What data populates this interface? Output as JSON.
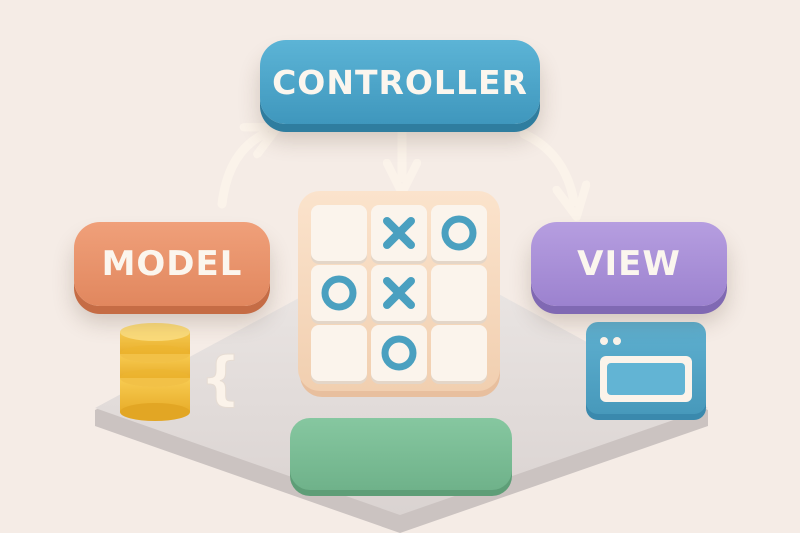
{
  "labels": {
    "controller": "CONTROLLER",
    "model": "MODEL",
    "view": "VIEW"
  },
  "board": [
    [
      "",
      "X",
      "O"
    ],
    [
      "O",
      "X",
      ""
    ],
    [
      "",
      "O",
      ""
    ]
  ],
  "model_bracket": "{",
  "colors": {
    "controller": "#4aa3c8",
    "model": "#e8926a",
    "view": "#a88fd8",
    "mark": "#4aa0c0",
    "bar": "#7cbf95",
    "coins": "#f4c042"
  },
  "icons": [
    "database-coins-icon",
    "curly-brace-icon",
    "browser-window-icon",
    "arrow-icon"
  ]
}
